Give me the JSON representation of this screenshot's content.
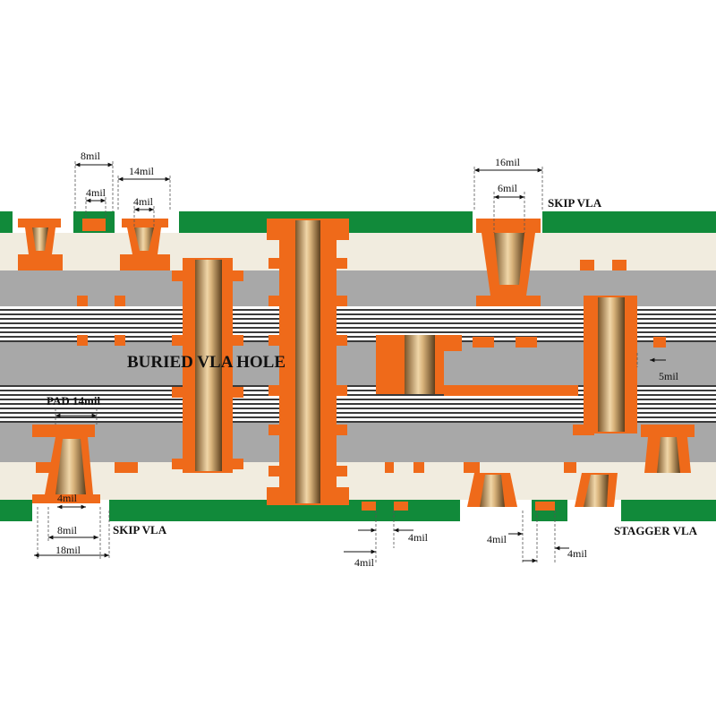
{
  "colors": {
    "solder_mask": "#118a3a",
    "prepreg": "#f1ecdf",
    "core": "#a8a8a8",
    "copper_pad": "#ef6a1a",
    "via_fill_light": "#e6c79a",
    "via_fill_dark": "#6b4a22",
    "hatch": "#3a3a3a"
  },
  "labels": {
    "buried_via": "BURIED VLA HOLE",
    "skip_via_top": "SKIP VLA",
    "skip_via_bottom": "SKIP VLA",
    "stagger_via": "STAGGER VLA",
    "pad": "PAD 14mil"
  },
  "dimensions": {
    "top_left_outer": "8mil",
    "top_left_inner": "4mil",
    "top_second_outer": "14mil",
    "top_second_inner": "4mil",
    "skip_top_outer": "16mil",
    "skip_top_inner": "6mil",
    "bottom_inner": "4mil",
    "bottom_mid": "8mil",
    "bottom_outer": "18mil",
    "gap_a_right": "4mil",
    "gap_a_left": "4mil",
    "gap_b_left": "4mil",
    "gap_b_right": "4mil",
    "right_clearance": "5mil"
  },
  "icons": [
    "arrow-left-icon",
    "arrow-right-icon"
  ]
}
